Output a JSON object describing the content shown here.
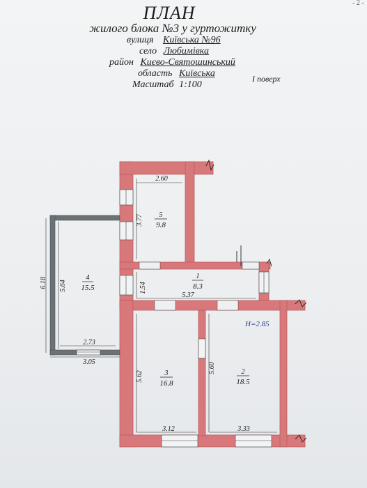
{
  "header": {
    "title": "ПЛАН",
    "subtitle": "жилого блока №3 у гуртожитку",
    "rows": [
      {
        "label": "вулиця",
        "value": "Київська №96"
      },
      {
        "label": "село",
        "value": "Любимівка"
      },
      {
        "label": "район",
        "value": "Києво-Святошинський"
      },
      {
        "label": "область",
        "value": "Київська"
      },
      {
        "label": "Масштаб",
        "value": "1:100"
      }
    ],
    "floor": "I поверх",
    "page_no": "- 2 -"
  },
  "rooms": [
    {
      "number": "5",
      "area": "9.8"
    },
    {
      "number": "4",
      "area": "15.5"
    },
    {
      "number": "1",
      "area": "8.3"
    },
    {
      "number": "3",
      "area": "16.8"
    },
    {
      "number": "2",
      "area": "18.5"
    }
  ],
  "dimensions": {
    "room5_width": "2.60",
    "room5_height": "3.77",
    "room4_outer": "6.18",
    "room4_inner": "5.64",
    "room4_width": "2.73",
    "room4_bottom": "3.05",
    "room1_height": "1.54",
    "room1_width": "5.37",
    "room3_height": "5.62",
    "room3_width": "3.12",
    "room2_height": "5.60",
    "room2_width": "3.33"
  },
  "ceiling_height": "H=2.85",
  "colors": {
    "wall": "#d9787a",
    "wall_edge": "#b65d60",
    "veranda_wall": "#6b7275",
    "ink": "#1c1c1c",
    "blue": "#2a3d8f"
  }
}
